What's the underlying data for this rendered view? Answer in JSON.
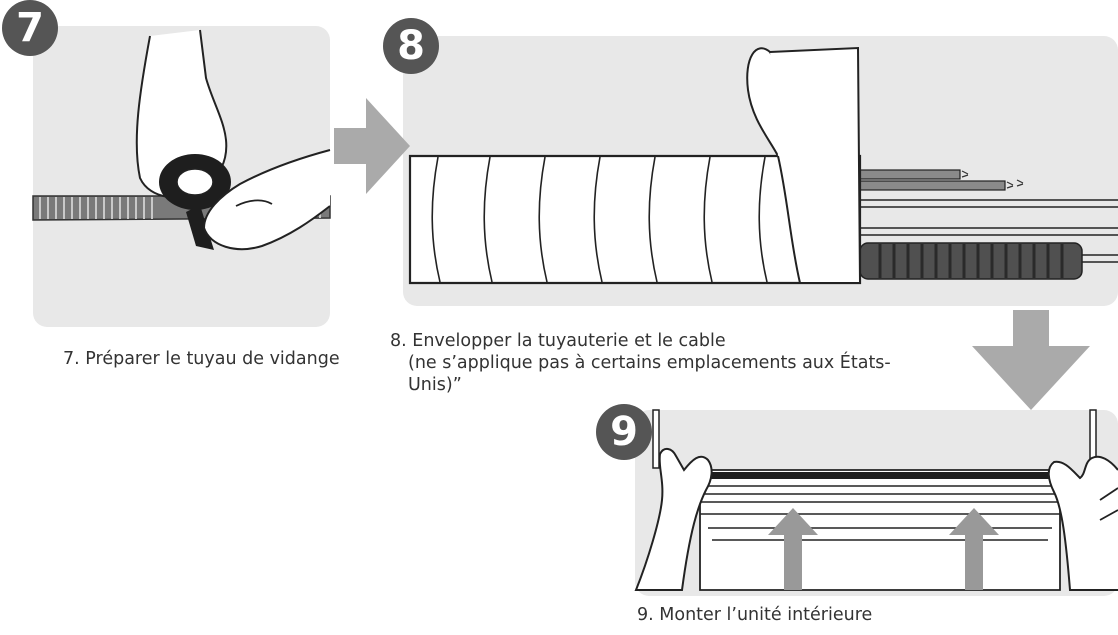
{
  "steps": [
    {
      "number": "7",
      "caption_lines": [
        "7. Préparer le tuyau de vidange"
      ]
    },
    {
      "number": "8",
      "caption_lines": [
        "8. Envelopper la tuyauterie et le cable",
        "(ne s’applique pas à certains emplacements aux États-",
        "Unis)”"
      ]
    },
    {
      "number": "9",
      "caption_lines": [
        "9. Monter l’unité intérieure"
      ]
    }
  ],
  "colors": {
    "panel_bg": "#e8e8e8",
    "badge_bg": "#555555",
    "arrow": "#aaaaaa",
    "pipe": "#707070",
    "caption_text": "#333333"
  },
  "icons": [
    "right-arrow-icon",
    "down-arrow-icon",
    "up-arrow-icon"
  ]
}
